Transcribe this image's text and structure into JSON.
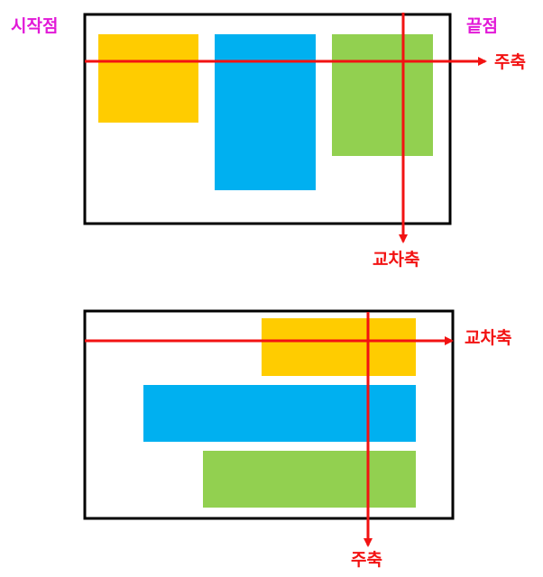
{
  "colors": {
    "frame": "#000000",
    "axis": "#f21212",
    "highlight_text": "#e21ad8",
    "yellow": "#ffcc00",
    "blue": "#00b0f0",
    "green": "#92d050"
  },
  "top_diagram": {
    "start_label": "시작점",
    "end_label": "끝점",
    "main_axis_label": "주축",
    "cross_axis_label": "교차축"
  },
  "bottom_diagram": {
    "main_axis_label": "주축",
    "cross_axis_label": "교차축"
  }
}
